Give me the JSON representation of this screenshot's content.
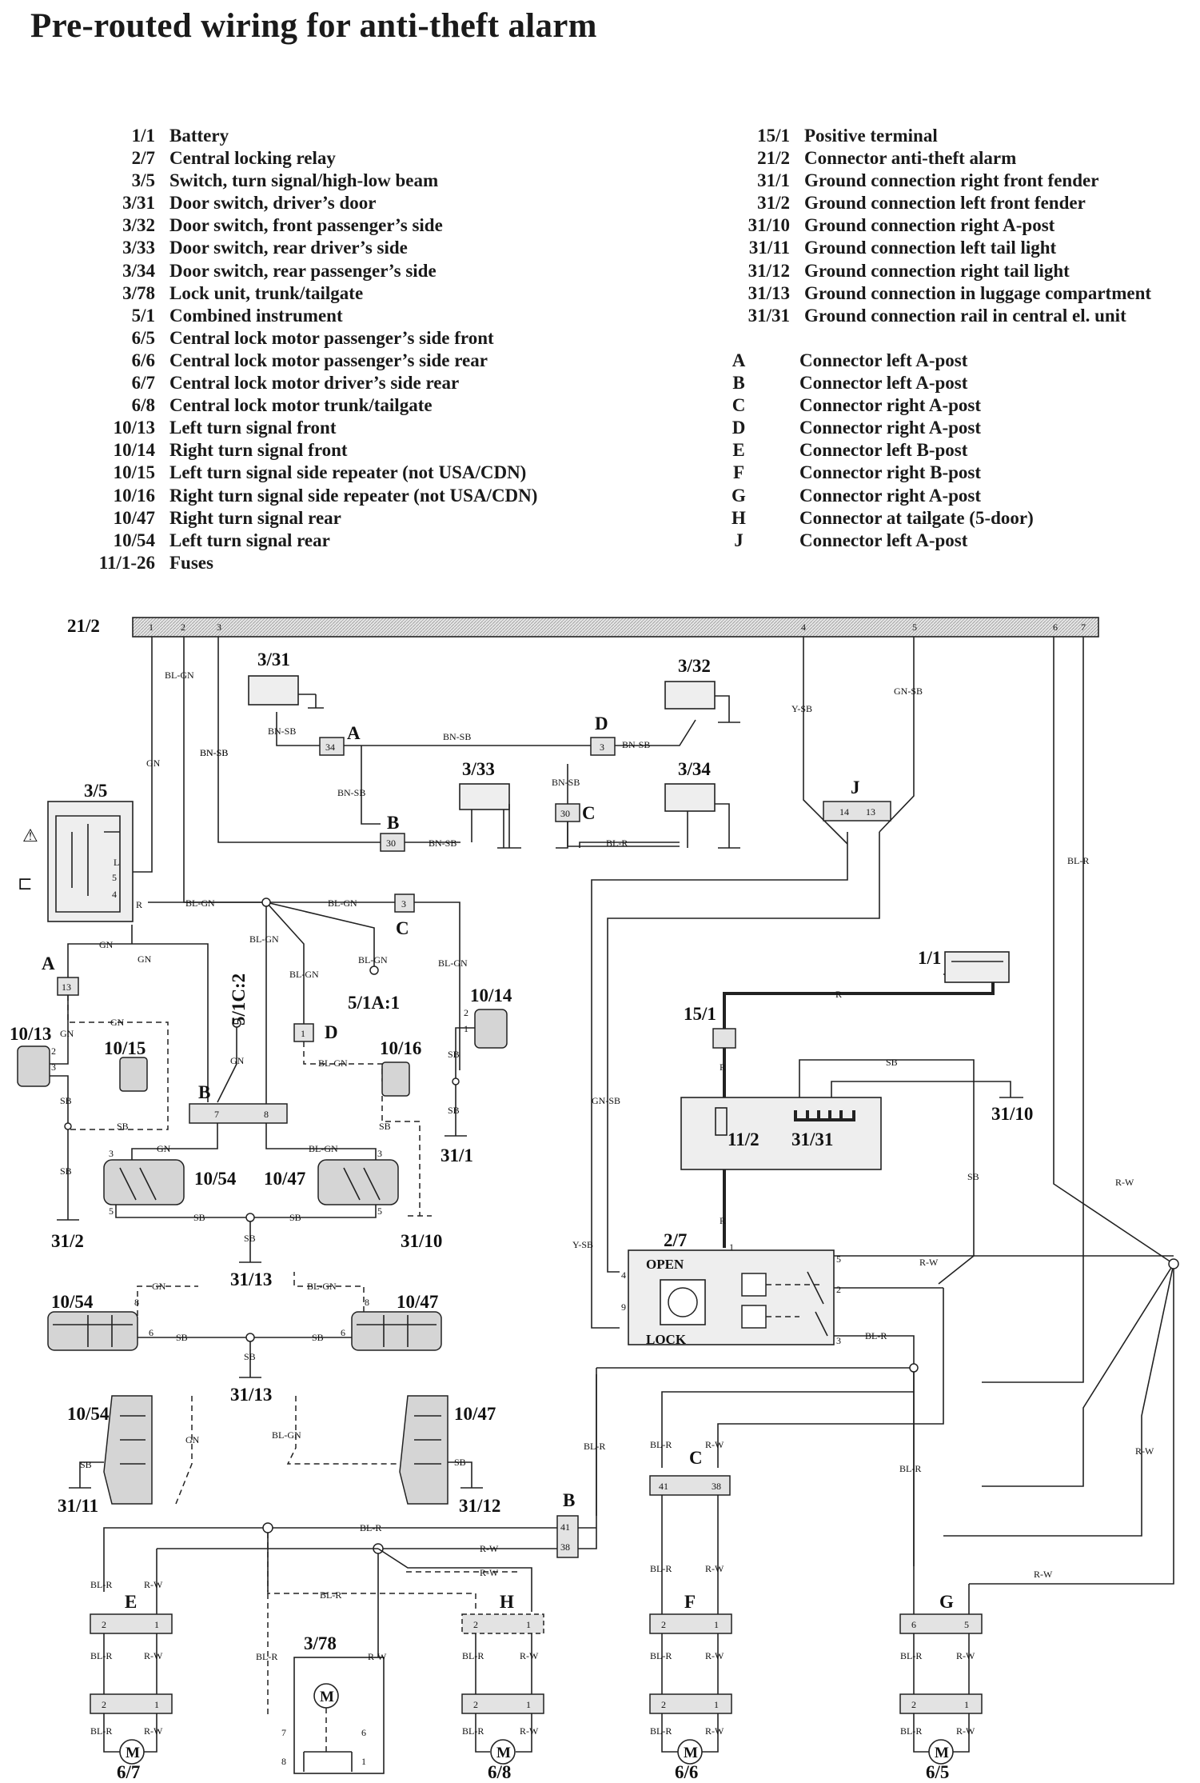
{
  "title": "Pre-routed wiring for anti-theft alarm",
  "legend_left": [
    {
      "code": "1/1",
      "desc": "Battery"
    },
    {
      "code": "2/7",
      "desc": "Central locking relay"
    },
    {
      "code": "3/5",
      "desc": "Switch, turn signal/high-low beam"
    },
    {
      "code": "3/31",
      "desc": "Door switch, driver’s door"
    },
    {
      "code": "3/32",
      "desc": "Door switch, front passenger’s side"
    },
    {
      "code": "3/33",
      "desc": "Door switch, rear driver’s side"
    },
    {
      "code": "3/34",
      "desc": "Door switch, rear passenger’s side"
    },
    {
      "code": "3/78",
      "desc": "Lock unit, trunk/tailgate"
    },
    {
      "code": "5/1",
      "desc": "Combined instrument"
    },
    {
      "code": "6/5",
      "desc": "Central lock motor passenger’s side front"
    },
    {
      "code": "6/6",
      "desc": "Central lock motor passenger’s side rear"
    },
    {
      "code": "6/7",
      "desc": "Central lock motor driver’s side rear"
    },
    {
      "code": "6/8",
      "desc": "Central lock motor trunk/tailgate"
    },
    {
      "code": "10/13",
      "desc": "Left turn signal front"
    },
    {
      "code": "10/14",
      "desc": "Right turn signal front"
    },
    {
      "code": "10/15",
      "desc": "Left turn signal side repeater (not USA/CDN)"
    },
    {
      "code": "10/16",
      "desc": "Right turn signal side repeater (not USA/CDN)"
    },
    {
      "code": "10/47",
      "desc": "Right turn signal rear"
    },
    {
      "code": "10/54",
      "desc": "Left turn signal rear"
    },
    {
      "code": "11/1-26",
      "desc": "Fuses"
    }
  ],
  "legend_right_top": [
    {
      "code": "15/1",
      "desc": "Positive terminal"
    },
    {
      "code": "21/2",
      "desc": "Connector anti-theft alarm"
    },
    {
      "code": "31/1",
      "desc": "Ground connection right front fender"
    },
    {
      "code": "31/2",
      "desc": "Ground connection left front fender"
    },
    {
      "code": "31/10",
      "desc": "Ground connection right A-post"
    },
    {
      "code": "31/11",
      "desc": "Ground connection left tail light"
    },
    {
      "code": "31/12",
      "desc": "Ground connection right tail light"
    },
    {
      "code": "31/13",
      "desc": "Ground connection in luggage compartment"
    },
    {
      "code": "31/31",
      "desc": "Ground connection rail in central el. unit"
    }
  ],
  "legend_right_bottom": [
    {
      "code": "A",
      "desc": "Connector left A-post"
    },
    {
      "code": "B",
      "desc": "Connector left A-post"
    },
    {
      "code": "C",
      "desc": "Connector right A-post"
    },
    {
      "code": "D",
      "desc": "Connector right A-post"
    },
    {
      "code": "E",
      "desc": "Connector left B-post"
    },
    {
      "code": "F",
      "desc": "Connector right B-post"
    },
    {
      "code": "G",
      "desc": "Connector right A-post"
    },
    {
      "code": "H",
      "desc": "Connector at tailgate (5-door)"
    },
    {
      "code": "J",
      "desc": "Connector left A-post"
    }
  ],
  "diagram": {
    "connector_21_2": "21/2",
    "pins_21_2": [
      "1",
      "2",
      "3",
      "4",
      "5",
      "6",
      "7"
    ],
    "components": {
      "c3_31": "3/31",
      "c3_32": "3/32",
      "c3_33": "3/33",
      "c3_34": "3/34",
      "c3_5": "3/5",
      "c1_1": "1/1",
      "c15_1": "15/1",
      "c11_2": "11/2",
      "c31_31": "31/31",
      "c31_10_a": "31/10",
      "c31_10_b": "31/10",
      "c2_7": "2/7",
      "open": "OPEN",
      "lock": "LOCK",
      "c10_13": "10/13",
      "c10_14": "10/14",
      "c10_15": "10/15",
      "c10_16": "10/16",
      "c10_54_a": "10/54",
      "c10_47_a": "10/47",
      "c10_54_b": "10/54",
      "c10_47_b": "10/47",
      "c10_54_c": "10/54",
      "c10_47_c": "10/47",
      "c31_1": "31/1",
      "c31_2": "31/2",
      "c31_13_a": "31/13",
      "c31_13_b": "31/13",
      "c31_11": "31/11",
      "c31_12": "31/12",
      "c5_1c2": "5/1C:2",
      "c5_1a1": "5/1A:1",
      "c3_78": "3/78",
      "c6_7": "6/7",
      "c6_8": "6/8",
      "c6_6": "6/6",
      "c6_5": "6/5",
      "motor": "M"
    },
    "connectors": {
      "A_top": "A",
      "B_top": "B",
      "C_mid": "C",
      "D_top": "D",
      "J": "J",
      "A_left": "A",
      "B_mid": "B",
      "C_right": "C",
      "D_mid": "D",
      "B_low": "B",
      "C_low": "C",
      "E": "E",
      "F": "F",
      "G": "G",
      "H": "H"
    },
    "pins": {
      "A34": "34",
      "D3": "3",
      "C30": "30",
      "B30": "30",
      "J14": "14",
      "J13": "13",
      "C3": "3",
      "A13": "13",
      "D1": "1",
      "B7": "7",
      "B8": "8",
      "B41": "41",
      "B38": "38",
      "C41": "41",
      "C38": "38",
      "p1": "1",
      "p2": "2",
      "p3": "3",
      "p4": "4",
      "p5": "5",
      "p6": "6",
      "p7": "7",
      "p8": "8",
      "p9": "9",
      "sw5": "5",
      "swR": "R",
      "swL": "L",
      "sw4": "4"
    },
    "wires": {
      "gn": "GN",
      "bl_gn": "BL-GN",
      "bn_sb": "BN-SB",
      "y_sb": "Y-SB",
      "gn_sb": "GN-SB",
      "bl_r": "BL-R",
      "r_w": "R-W",
      "sb": "SB",
      "r": "R"
    }
  }
}
